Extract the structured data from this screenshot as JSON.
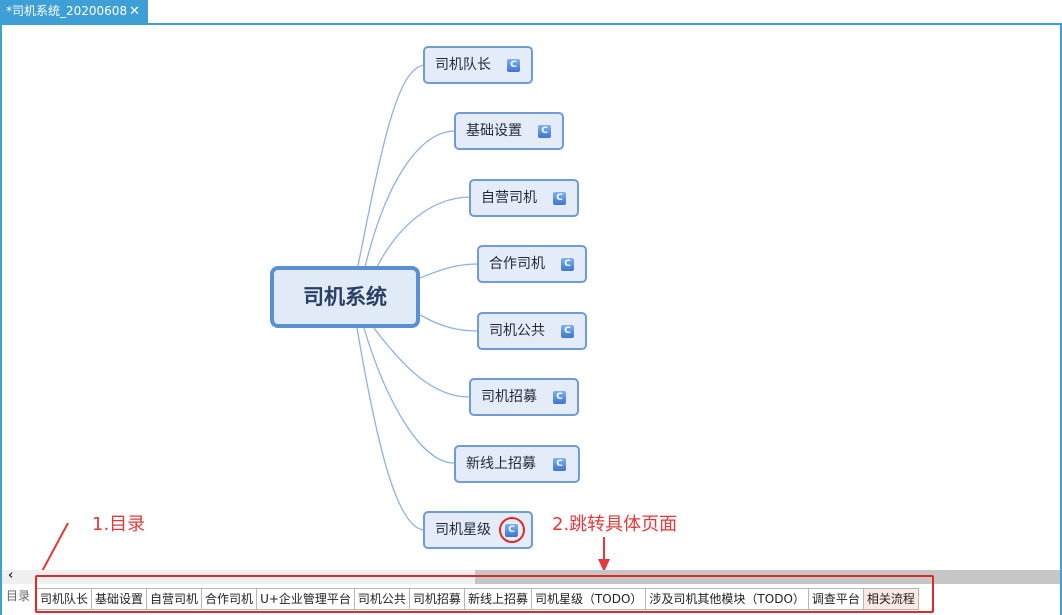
{
  "window": {
    "tab_title": "*司机系统_20200608",
    "close_glyph": "✕"
  },
  "mindmap": {
    "root": "司机系统",
    "branch_icon": "c-link-icon",
    "branches": [
      {
        "label": "司机队长"
      },
      {
        "label": "基础设置"
      },
      {
        "label": "自营司机"
      },
      {
        "label": "合作司机"
      },
      {
        "label": "司机公共"
      },
      {
        "label": "司机招募"
      },
      {
        "label": "新线上招募"
      },
      {
        "label": "司机星级"
      }
    ]
  },
  "annotations": {
    "toc_note": "1.目录",
    "jump_note": "2.跳转具体页面"
  },
  "scrollbar": {
    "left_arrow": "‹"
  },
  "sheetbar": {
    "toc_label": "目录",
    "tabs": [
      "司机队长",
      "基础设置",
      "自营司机",
      "合作司机",
      "U+企业管理平台",
      "司机公共",
      "司机招募",
      "新线上招募",
      "司机星级（TODO）",
      "涉及司机其他模块（TODO）",
      "调查平台",
      "相关流程"
    ]
  },
  "colors": {
    "accent_blue": "#3d9fd6",
    "node_border": "#6f9bd6",
    "annotation_red": "#e02a2a"
  }
}
